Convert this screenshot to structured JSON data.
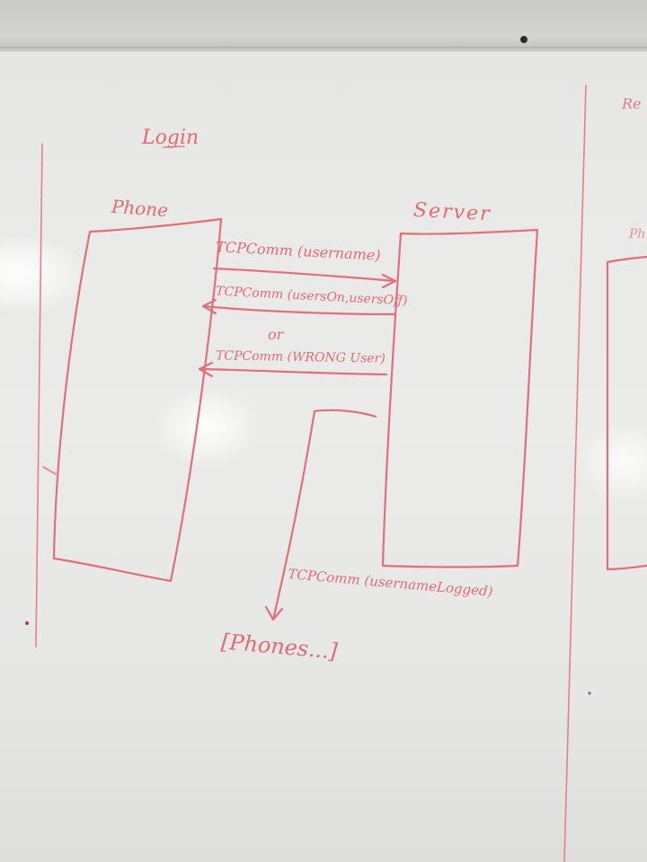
{
  "title": "Login",
  "actors": {
    "phone": "Phone",
    "server": "Server"
  },
  "messages": [
    "TCPComm (username)",
    "TCPComm (usersOn,usersOff)",
    "or",
    "TCPComm (WRONG User)",
    "TCPComm (usernameLogged)"
  ],
  "target": "[Phones...]",
  "colors": {
    "marker": "#e0707a",
    "board": "#eaeae8"
  }
}
